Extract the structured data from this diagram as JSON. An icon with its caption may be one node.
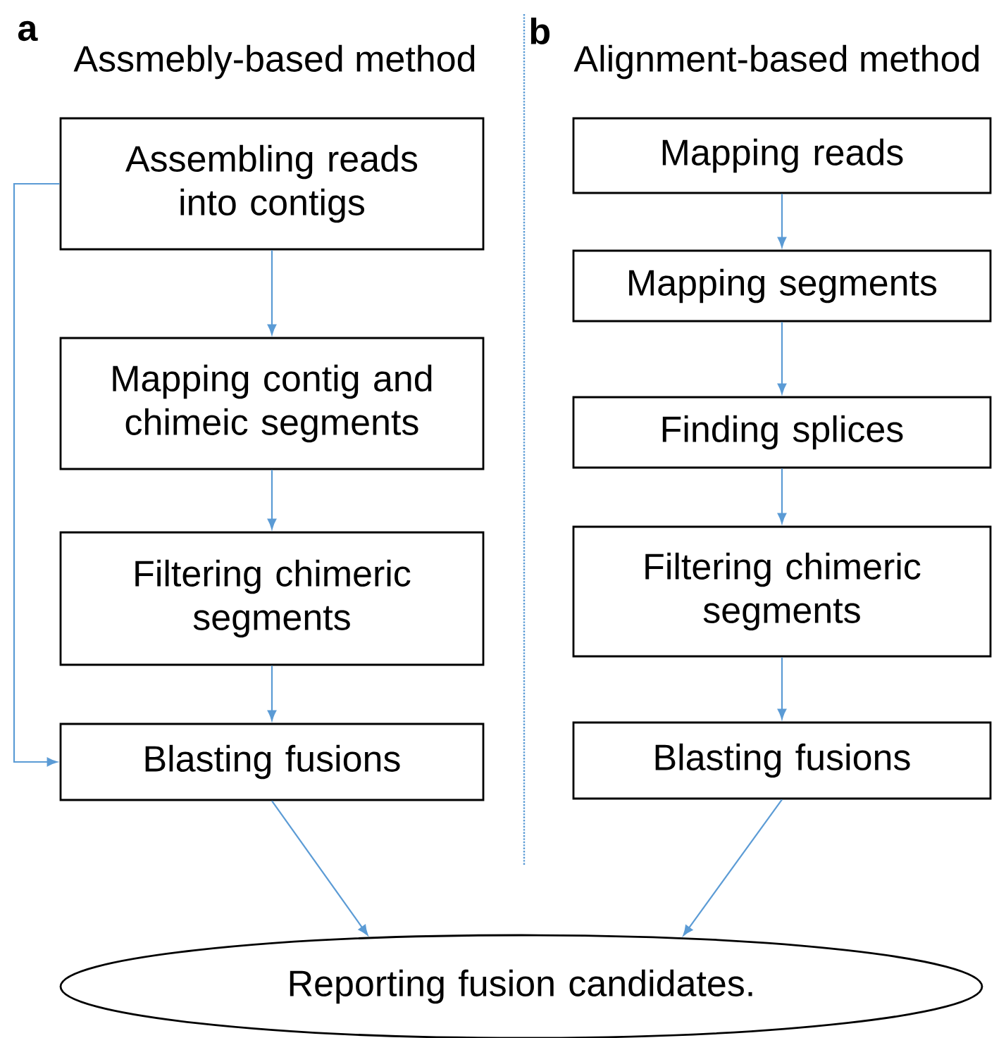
{
  "diagram": {
    "nodes": [
      {
        "text": [
          "Assembling reads into contigs"
        ]
      },
      {
        "text": [
          "Mapping contig and chimeic segments"
        ]
      },
      {
        "text": [
          "Filtering chimeric segments"
        ]
      },
      {
        "text": [
          "Blasting fusions"
        ]
      },
      {
        "text": [
          "Mapping reads"
        ]
      },
      {
        "text": [
          "Mapping segments"
        ]
      },
      {
        "text": [
          "Finding splices"
        ]
      },
      {
        "text": [
          "Filtering chimeric segments"
        ]
      },
      {
        "text": [
          "Blasting fusions"
        ]
      },
      {
        "text": [
          "Reporting fusion candidates."
        ]
      }
    ],
    "edges": [
      {
        "from": 0,
        "to": 1,
        "arrow": "to"
      },
      {
        "from": 1,
        "to": 2,
        "arrow": "to"
      },
      {
        "from": 2,
        "to": 3,
        "arrow": "to"
      },
      {
        "from": 0,
        "to": 3,
        "arrow": "to"
      },
      {
        "from": 3,
        "to": 9,
        "arrow": "to"
      },
      {
        "from": 4,
        "to": 5,
        "arrow": "to"
      },
      {
        "from": 5,
        "to": 6,
        "arrow": "to"
      },
      {
        "from": 6,
        "to": 7,
        "arrow": "to"
      },
      {
        "from": 7,
        "to": 8,
        "arrow": "to"
      },
      {
        "from": 8,
        "to": 9,
        "arrow": "to"
      }
    ],
    "labels": [
      "a",
      "Assmebly-based method",
      "b",
      "Alignment-based method"
    ]
  }
}
